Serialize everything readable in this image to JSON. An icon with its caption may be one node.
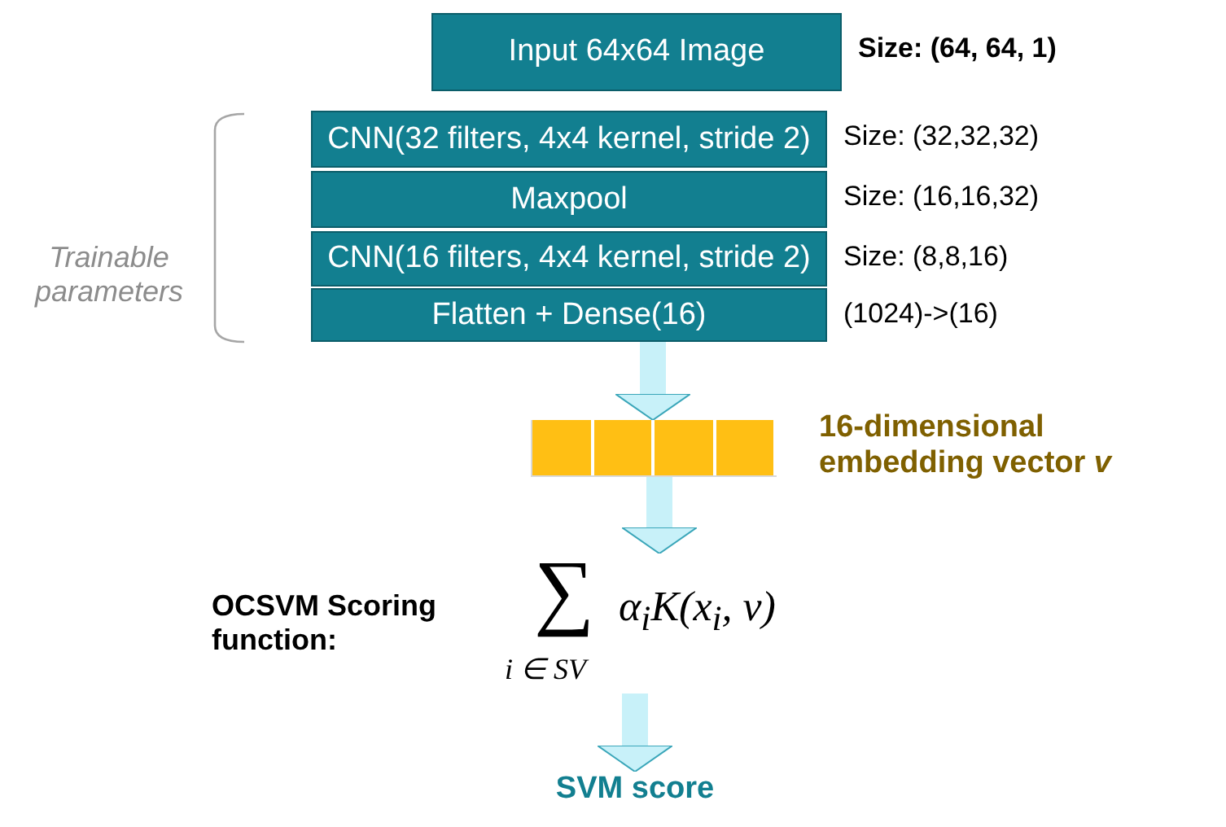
{
  "diagram": {
    "nodes": [
      {
        "text": [
          "Input 64x64 Image"
        ],
        "beside": [
          "Size: (64, 64, 1)"
        ]
      },
      {
        "text": [
          "CNN(32 filters, 4x4 kernel, stride 2)"
        ],
        "beside": [
          "Size: (32,32,32)"
        ]
      },
      {
        "text": [
          "Maxpool"
        ],
        "beside": [
          "Size: (16,16,32)"
        ]
      },
      {
        "text": [
          "CNN(16 filters, 4x4 kernel, stride 2)"
        ],
        "beside": [
          "Size: (8,8,16)"
        ]
      },
      {
        "text": [
          "Flatten + Dense(16)"
        ],
        "beside": [
          "(1024)->(16)"
        ]
      },
      {
        "text": [],
        "shape": "bar",
        "beside": [
          "16-dimensional embedding vector *v*"
        ]
      },
      {
        "text": [
          "∑",
          "i ∈ SV",
          "α$_{i}$K(x$_{i}$, v)"
        ],
        "beside": [
          "OCSVM Scoring function:"
        ]
      },
      {
        "text": [
          "SVM score"
        ]
      }
    ],
    "edges": [
      {
        "from": 4,
        "to": 5,
        "arrow": "to"
      },
      {
        "from": 5,
        "to": 6,
        "arrow": "to"
      },
      {
        "from": 6,
        "to": 7,
        "arrow": "to"
      }
    ],
    "labels": [
      "Trainable parameters"
    ]
  }
}
